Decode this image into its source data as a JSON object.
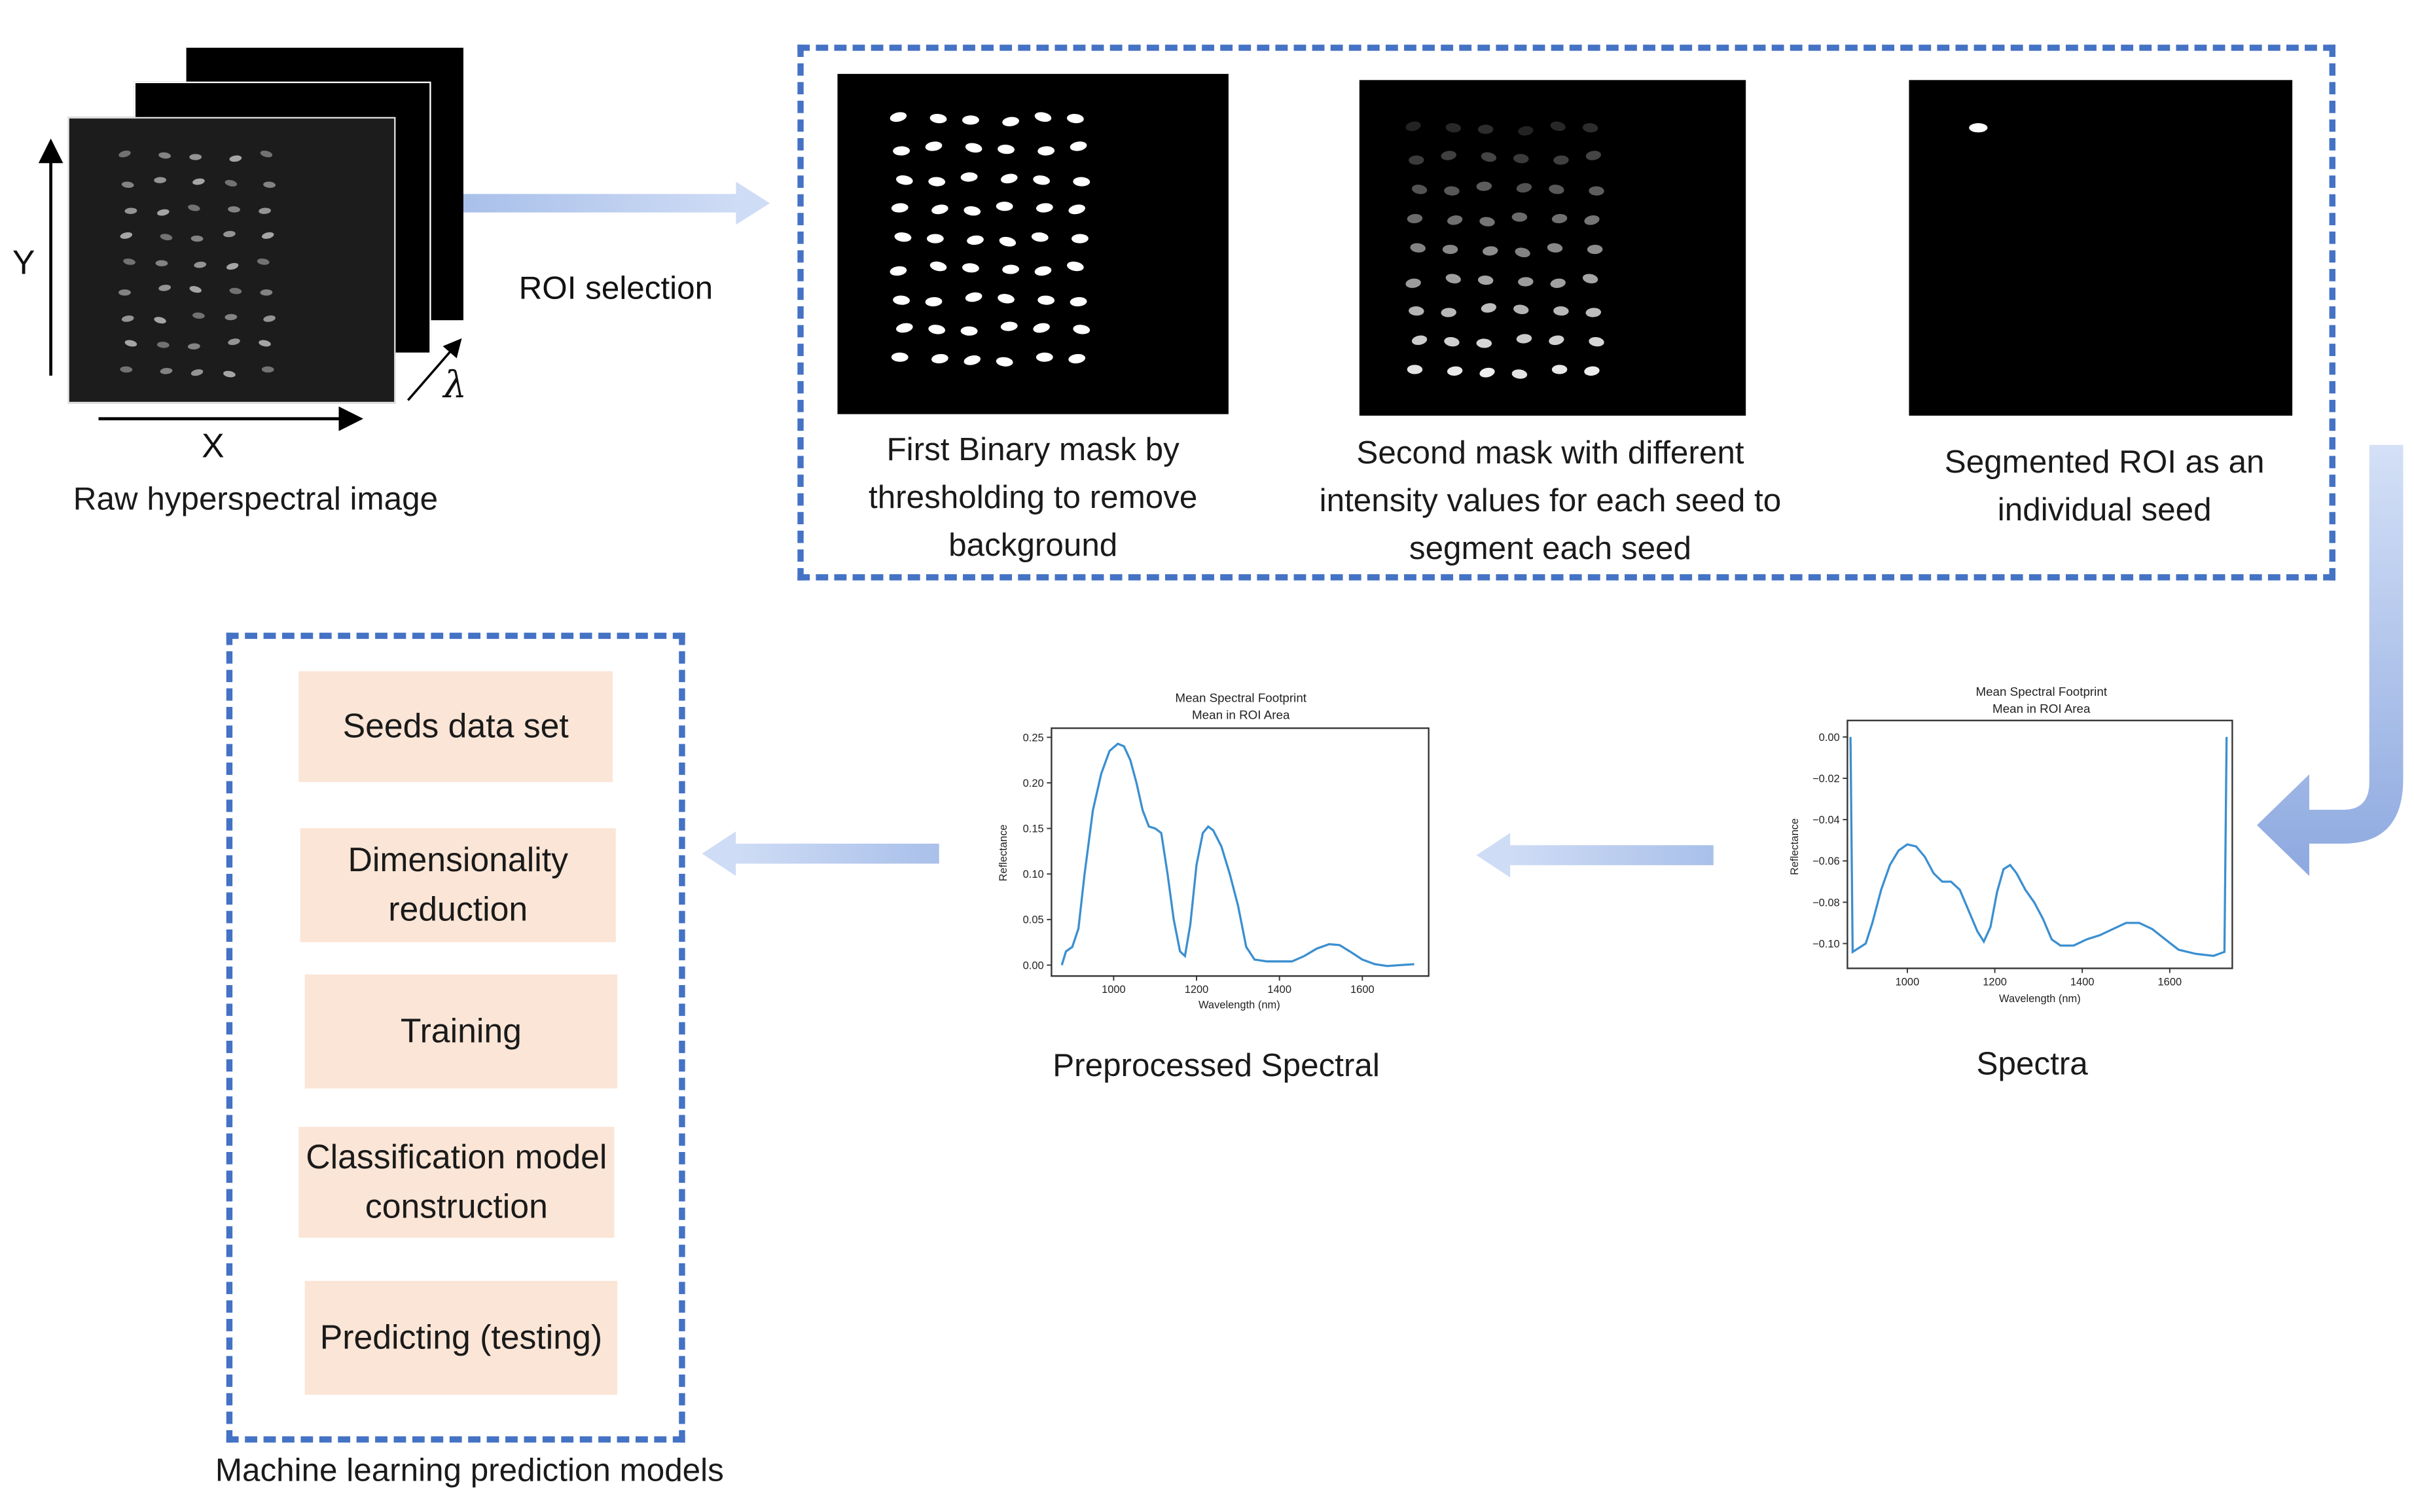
{
  "raw_image": {
    "caption": "Raw hyperspectral image",
    "axis_y": "Y",
    "axis_x": "X",
    "axis_lambda": "λ"
  },
  "roi_arrow_label": "ROI selection",
  "roi_panels": [
    {
      "caption": "First Binary mask by thresholding to remove background"
    },
    {
      "caption": "Second mask with different intensity values for each seed to segment each seed"
    },
    {
      "caption": "Segmented ROI as an individual seed"
    }
  ],
  "spectra_plot": {
    "caption": "Spectra",
    "title_line1": "Mean Spectral Footprint",
    "title_line2": "Mean in ROI Area",
    "ylabel": "Reflectance",
    "xlabel": "Wavelength (nm)",
    "x_ticks": [
      "1000",
      "1200",
      "1400",
      "1600"
    ],
    "y_ticks": [
      "0.00",
      "−0.02",
      "−0.04",
      "−0.06",
      "−0.08",
      "−0.10"
    ]
  },
  "preprocessed_plot": {
    "caption": "Preprocessed Spectral",
    "title_line1": "Mean Spectral Footprint",
    "title_line2": "Mean in ROI Area",
    "ylabel": "Reflectance",
    "xlabel": "Wavelength (nm)",
    "x_ticks": [
      "1000",
      "1200",
      "1400",
      "1600"
    ],
    "y_ticks": [
      "0.25",
      "0.20",
      "0.15",
      "0.10",
      "0.05",
      "0.00"
    ]
  },
  "ml": {
    "caption": "Machine learning prediction models",
    "steps": [
      "Seeds data set",
      "Dimensionality reduction",
      "Training",
      "Classification model construction",
      "Predicting (testing)"
    ]
  },
  "colors": {
    "dash": "#4472c4",
    "arrow": "#a9c0ea",
    "step_fill": "#fbe5d6",
    "plot_line": "#3b8fd0"
  }
}
